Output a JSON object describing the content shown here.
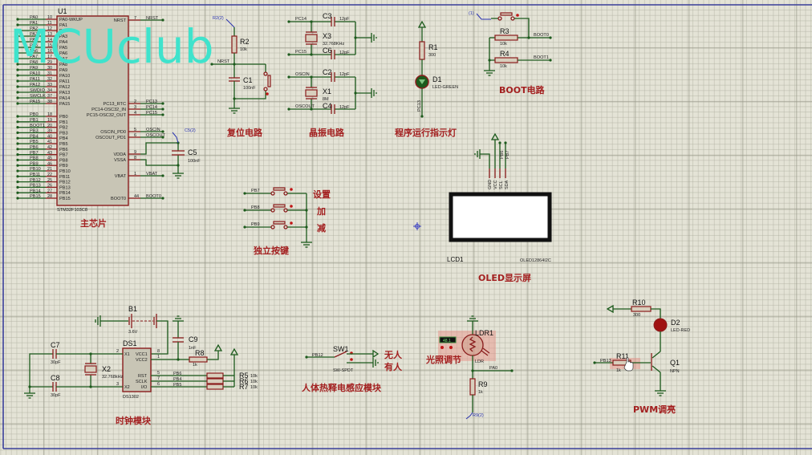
{
  "watermark": "MCUclub",
  "main_chip": {
    "ref": "U1",
    "part": "STM32F103C8",
    "title": "主芯片",
    "left_pins": [
      {
        "net": "PA0",
        "num": "10",
        "name": "PA0-WKUP"
      },
      {
        "net": "PA1",
        "num": "11",
        "name": "PA1"
      },
      {
        "net": "PA2",
        "num": "12",
        "name": "PA2"
      },
      {
        "net": "PA3",
        "num": "13",
        "name": "PA3"
      },
      {
        "net": "PA4",
        "num": "14",
        "name": "PA4"
      },
      {
        "net": "PA5",
        "num": "15",
        "name": "PA5"
      },
      {
        "net": "PA6",
        "num": "16",
        "name": "PA6"
      },
      {
        "net": "PA7",
        "num": "17",
        "name": "PA7"
      },
      {
        "net": "PA8",
        "num": "29",
        "name": "PA8"
      },
      {
        "net": "PA9",
        "num": "30",
        "name": "PA9"
      },
      {
        "net": "PA10",
        "num": "31",
        "name": "PA10"
      },
      {
        "net": "PA11",
        "num": "32",
        "name": "PA11"
      },
      {
        "net": "PA12",
        "num": "33",
        "name": "PA12"
      },
      {
        "net": "SWDIO",
        "num": "34",
        "name": "PA13"
      },
      {
        "net": "SWCLK",
        "num": "37",
        "name": "PA14"
      },
      {
        "net": "PA15",
        "num": "38",
        "name": "PA15"
      },
      {
        "net": "PB0",
        "num": "18",
        "name": "PB0"
      },
      {
        "net": "PB1",
        "num": "19",
        "name": "PB1"
      },
      {
        "net": "BOOT1",
        "num": "20",
        "name": "PB2"
      },
      {
        "net": "PB3",
        "num": "39",
        "name": "PB3"
      },
      {
        "net": "PB4",
        "num": "40",
        "name": "PB4"
      },
      {
        "net": "PB5",
        "num": "41",
        "name": "PB5"
      },
      {
        "net": "PB6",
        "num": "42",
        "name": "PB6"
      },
      {
        "net": "PB7",
        "num": "43",
        "name": "PB7"
      },
      {
        "net": "PB8",
        "num": "45",
        "name": "PB8"
      },
      {
        "net": "PB9",
        "num": "46",
        "name": "PB9"
      },
      {
        "net": "PB10",
        "num": "21",
        "name": "PB10"
      },
      {
        "net": "PB11",
        "num": "22",
        "name": "PB11"
      },
      {
        "net": "PB12",
        "num": "25",
        "name": "PB12"
      },
      {
        "net": "PB13",
        "num": "26",
        "name": "PB13"
      },
      {
        "net": "PB14",
        "num": "27",
        "name": "PB14"
      },
      {
        "net": "PB15",
        "num": "28",
        "name": "PB15"
      }
    ],
    "right_pins": [
      {
        "net": "NRST",
        "num": "7",
        "name": "NRST"
      },
      {
        "net": "PC13",
        "num": "2",
        "name": "PC13_RTC"
      },
      {
        "net": "PC14",
        "num": "3",
        "name": "PC14-OSC32_IN"
      },
      {
        "net": "PC15",
        "num": "4",
        "name": "PC15-OSC32_OUT"
      },
      {
        "net": "OSCIN",
        "num": "5",
        "name": "OSCIN_PD0"
      },
      {
        "net": "OSCOUT",
        "num": "6",
        "name": "OSCOUT_PD1"
      },
      {
        "net": "",
        "num": "9",
        "name": "VDDA"
      },
      {
        "net": "",
        "num": "8",
        "name": "VSSA"
      },
      {
        "net": "VBAT",
        "num": "1",
        "name": "VBAT"
      },
      {
        "net": "BOOT0",
        "num": "44",
        "name": "BOOT0"
      }
    ],
    "c5": {
      "ref": "C5",
      "value": "100nF",
      "probe": "C5(2)"
    }
  },
  "reset": {
    "title": "复位电路",
    "probe": "R2(2)",
    "net": "NRST",
    "r2": {
      "ref": "R2",
      "value": "10k"
    },
    "c1": {
      "ref": "C1",
      "value": "100nF"
    }
  },
  "crystal": {
    "title": "晶振电路",
    "top": {
      "net_in": "PC14",
      "net_out": "PC15",
      "xtal": {
        "ref": "X3",
        "value": "32.768KHz"
      },
      "c_top": {
        "ref": "C3",
        "value": "12pF"
      },
      "c_bot": {
        "ref": "C6",
        "value": "12pF"
      }
    },
    "bottom": {
      "net_in": "OSCIN",
      "net_out": "OSCOUT",
      "xtal": {
        "ref": "X1",
        "value": "8M"
      },
      "c_top": {
        "ref": "C2",
        "value": "12pF"
      },
      "c_bot": {
        "ref": "C4",
        "value": "12pF"
      }
    }
  },
  "run_led": {
    "title": "程序运行指示灯",
    "r1": {
      "ref": "R1",
      "value": "300"
    },
    "d1": {
      "ref": "D1",
      "value": "LED-GREEN"
    },
    "net": "PC13",
    "led_color": "#1c5a1c"
  },
  "boot": {
    "title": "BOOT电路",
    "probe": "(1)",
    "r3": {
      "ref": "R3",
      "value": "10k"
    },
    "r4": {
      "ref": "R4",
      "value": "10k"
    },
    "net0": "BOOT0",
    "net1": "BOOT1"
  },
  "buttons": {
    "title": "独立按键",
    "items": [
      {
        "net": "PB7",
        "label": "设置"
      },
      {
        "net": "PB8",
        "label": "加"
      },
      {
        "net": "PB9",
        "label": "减"
      }
    ]
  },
  "oled": {
    "title": "OLED显示屏",
    "ref": "LCD1",
    "part": "OLED12864I2C",
    "pins": [
      "GND",
      "VCC",
      "SCL",
      "SDA"
    ],
    "nets": [
      "PB6",
      "PB7"
    ]
  },
  "clock": {
    "title": "时钟模块",
    "chip": {
      "ref": "DS1",
      "part": "DS1302",
      "pins": {
        "x1": "X1",
        "x2": "X2",
        "vcc1": "VCC1",
        "vcc2": "VCC2",
        "rst": "RST",
        "sclk": "SCLK",
        "io": "I/O"
      },
      "nums": {
        "x1": "2",
        "x2": "3",
        "vcc1": "8",
        "vcc2": "1",
        "rst": "5",
        "sclk": "7",
        "io": "6"
      }
    },
    "b1": {
      "ref": "B1",
      "value": "3.6V"
    },
    "c9": {
      "ref": "C9",
      "value": "1nF"
    },
    "r8": {
      "ref": "R8",
      "value": "1k"
    },
    "c7": {
      "ref": "C7",
      "value": "30pF"
    },
    "c8": {
      "ref": "C8",
      "value": "30pF"
    },
    "x2": {
      "ref": "X2",
      "value": "32.768kHz"
    },
    "pull": [
      {
        "ref": "R5",
        "value": "10k",
        "net": "PB6"
      },
      {
        "ref": "R6",
        "value": "10k",
        "net": "PB4"
      },
      {
        "ref": "R7",
        "value": "10k",
        "net": "PB5"
      }
    ]
  },
  "pir": {
    "title": "人体热释电感应模块",
    "sw": {
      "ref": "SW1",
      "value": "SW-SPDT"
    },
    "net": "PB12",
    "state_none": "无人",
    "state_some": "有人"
  },
  "light": {
    "title": "光照调节",
    "ldr": {
      "ref": "LDR1",
      "value": "LDR"
    },
    "meter": "48.1",
    "r9": {
      "ref": "R9",
      "value": "1k"
    },
    "probe": "R9(2)",
    "net": "PA0"
  },
  "pwm": {
    "title": "PWM调亮",
    "r10": {
      "ref": "R10",
      "value": "300"
    },
    "d2": {
      "ref": "D2",
      "value": "LED-RED"
    },
    "r11": {
      "ref": "R11",
      "value": "1k"
    },
    "q1": {
      "ref": "Q1",
      "value": "NPN"
    },
    "net": "PB13",
    "led_color": "#a01212"
  }
}
